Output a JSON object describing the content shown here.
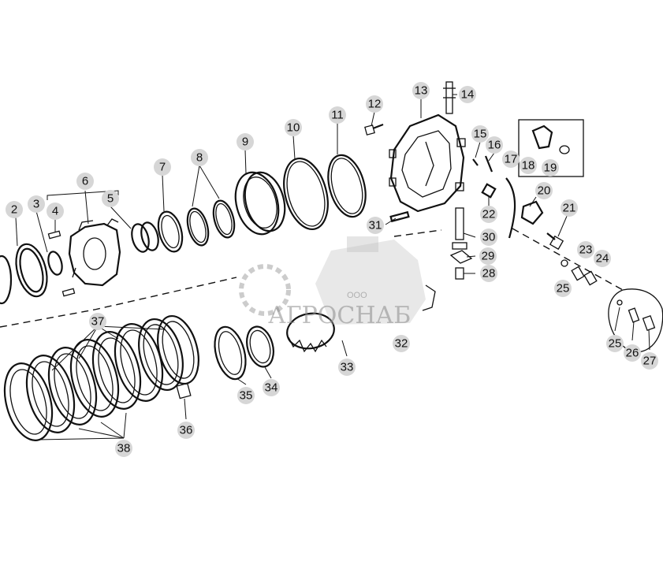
{
  "diagram": {
    "callouts": [
      "2",
      "3",
      "4",
      "5",
      "6",
      "7",
      "8",
      "9",
      "10",
      "11",
      "12",
      "13",
      "14",
      "15",
      "16",
      "17",
      "18",
      "19",
      "20",
      "21",
      "22",
      "23",
      "24",
      "25",
      "25",
      "26",
      "27",
      "28",
      "29",
      "30",
      "31",
      "32",
      "33",
      "34",
      "35",
      "36",
      "37",
      "38"
    ]
  },
  "watermark": {
    "company_prefix": "ООО",
    "company_name": "АГРОСНАБ"
  }
}
